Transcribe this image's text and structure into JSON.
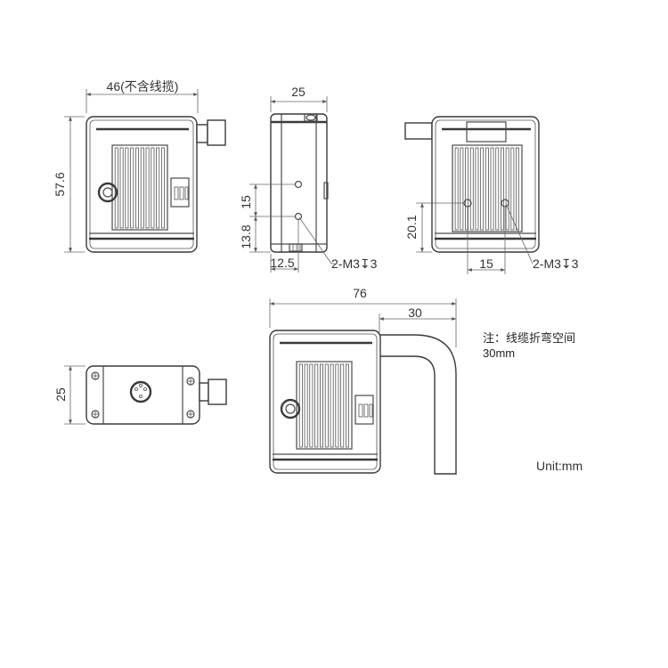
{
  "front_view": {
    "width_label": "46(不含线揽)",
    "height_label": "57.6"
  },
  "side_view": {
    "width_label": "25",
    "hole_spacing_label": "15",
    "hole_height_label": "13.8",
    "hole_offset_label": "12.5",
    "thread_label": "2-M3↧3"
  },
  "back_view": {
    "hole_height_label": "20.1",
    "hole_spacing_label": "15",
    "thread_label": "2-M3↧3"
  },
  "top_view": {
    "depth_label": "25"
  },
  "cable_view": {
    "total_length_label": "76",
    "cable_offset_label": "30"
  },
  "notes": {
    "line1": "注：线缆折弯空间",
    "line2": "30mm"
  },
  "unit_label": "Unit:mm"
}
